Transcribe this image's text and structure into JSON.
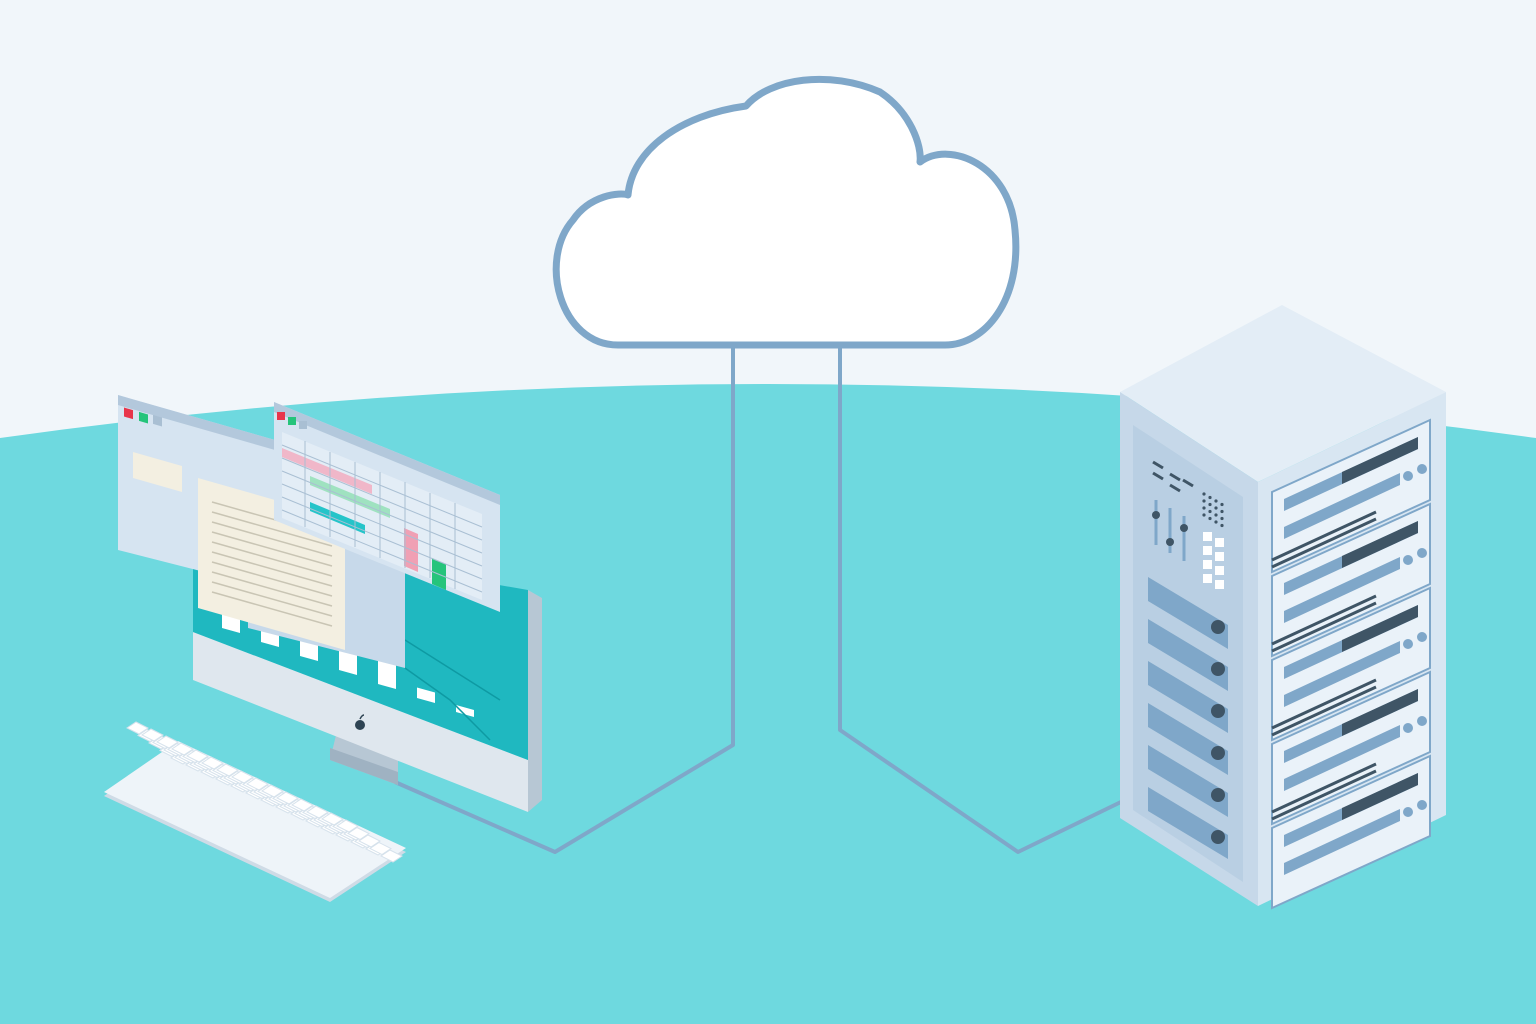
{
  "palette": {
    "sky": "#f1f6fa",
    "ground": "#6ed9df",
    "cloud_fill": "#ffffff",
    "cable": "#7fa7c9",
    "screen_teal": "#1fb8c0",
    "window_bg": "#d6e4f1",
    "window_dark": "#b3c8dc",
    "note_paper": "#f3efe1",
    "red_button": "#e8354b",
    "green_button": "#25c47b",
    "grey_button": "#a9bfd3",
    "server_front": "#c6d8e9",
    "server_side": "#d8e6f2",
    "server_top": "#e3edf6",
    "server_slot": "#7fa7c9",
    "server_dark": "#3f5566",
    "keyboard": "#eef4f9"
  },
  "icons": {
    "cloud": "cloud-icon",
    "monitor": "desktop-computer-icon",
    "server": "server-rack-icon",
    "keyboard": "keyboard-icon",
    "apple_logo": "apple-logo-icon"
  },
  "screen_chart": {
    "bars": [
      0.55,
      0.45,
      0.4,
      0.45,
      0.4,
      0.15,
      0.1
    ]
  }
}
